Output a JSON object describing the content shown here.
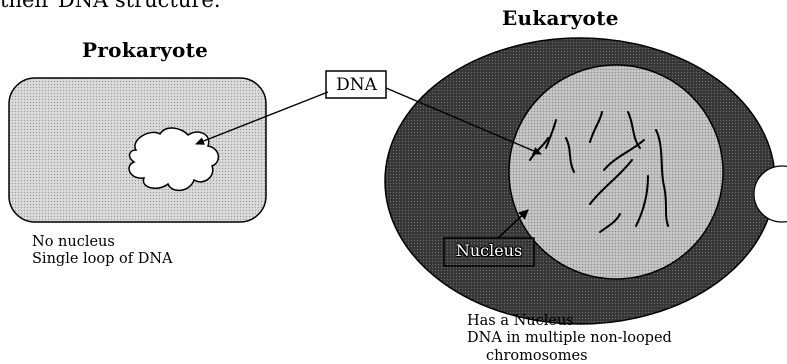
{
  "top_text": {
    "partial": "their DNA structure."
  },
  "prokaryote": {
    "title": "Prokaryote",
    "caption_line1": "No nucleus",
    "caption_line2": "Single loop of DNA"
  },
  "eukaryote": {
    "title": "Eukaryote",
    "caption_line1": "Has a Nucleus",
    "caption_line2": "DNA in multiple non-looped",
    "caption_line3": "chromosomes"
  },
  "labels": {
    "dna": "DNA",
    "nucleus": "Nucleus"
  },
  "colors": {
    "prokaryote_fill": "#c8c8c8",
    "eukaryote_cytoplasm": "#3a3a3a",
    "nucleus_fill": "#b8b8b8",
    "outline": "#000000",
    "label_box": "#ffffff"
  }
}
